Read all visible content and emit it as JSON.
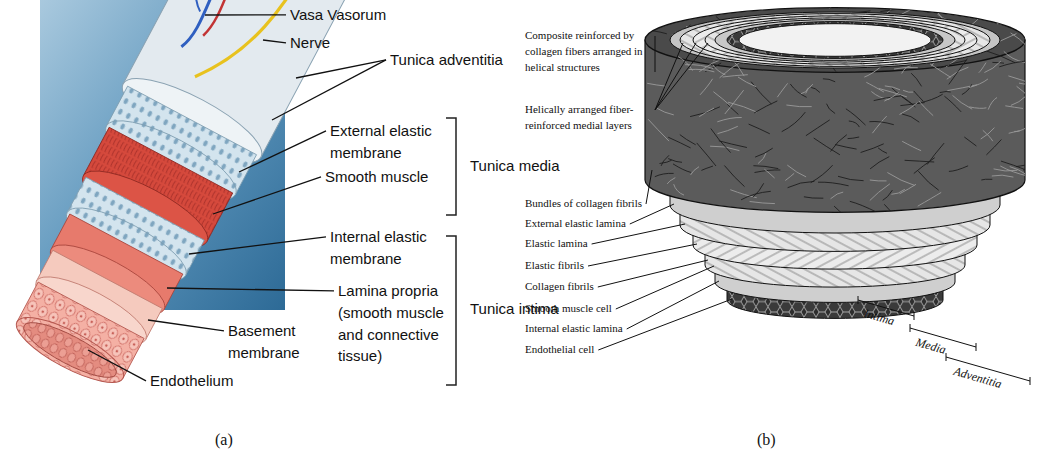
{
  "diagram": {
    "labels": [
      "Vasa Vasorum",
      "Nerve",
      "Tunica adventitia",
      "External elastic membrane",
      "Smooth muscle",
      "Tunica media",
      "Internal elastic membrane",
      "Lamina propria (smooth muscle and connective tissue)",
      "Tunica intima",
      "Basement membrane",
      "Endothelium",
      "(a)",
      "Composite reinforced by collagen fibers arranged in helical structures",
      "Helically arranged fiber-reinforced medial layers",
      "Bundles of collagen fibrils",
      "External elastic lamina",
      "Elastic lamina",
      "Elastic fibrils",
      "Collagen fibrils",
      "Smooth muscle cell",
      "Internal elastic lamina",
      "Endothelial cell",
      "Intima",
      "Media",
      "Adventitia",
      "(b)"
    ]
  }
}
